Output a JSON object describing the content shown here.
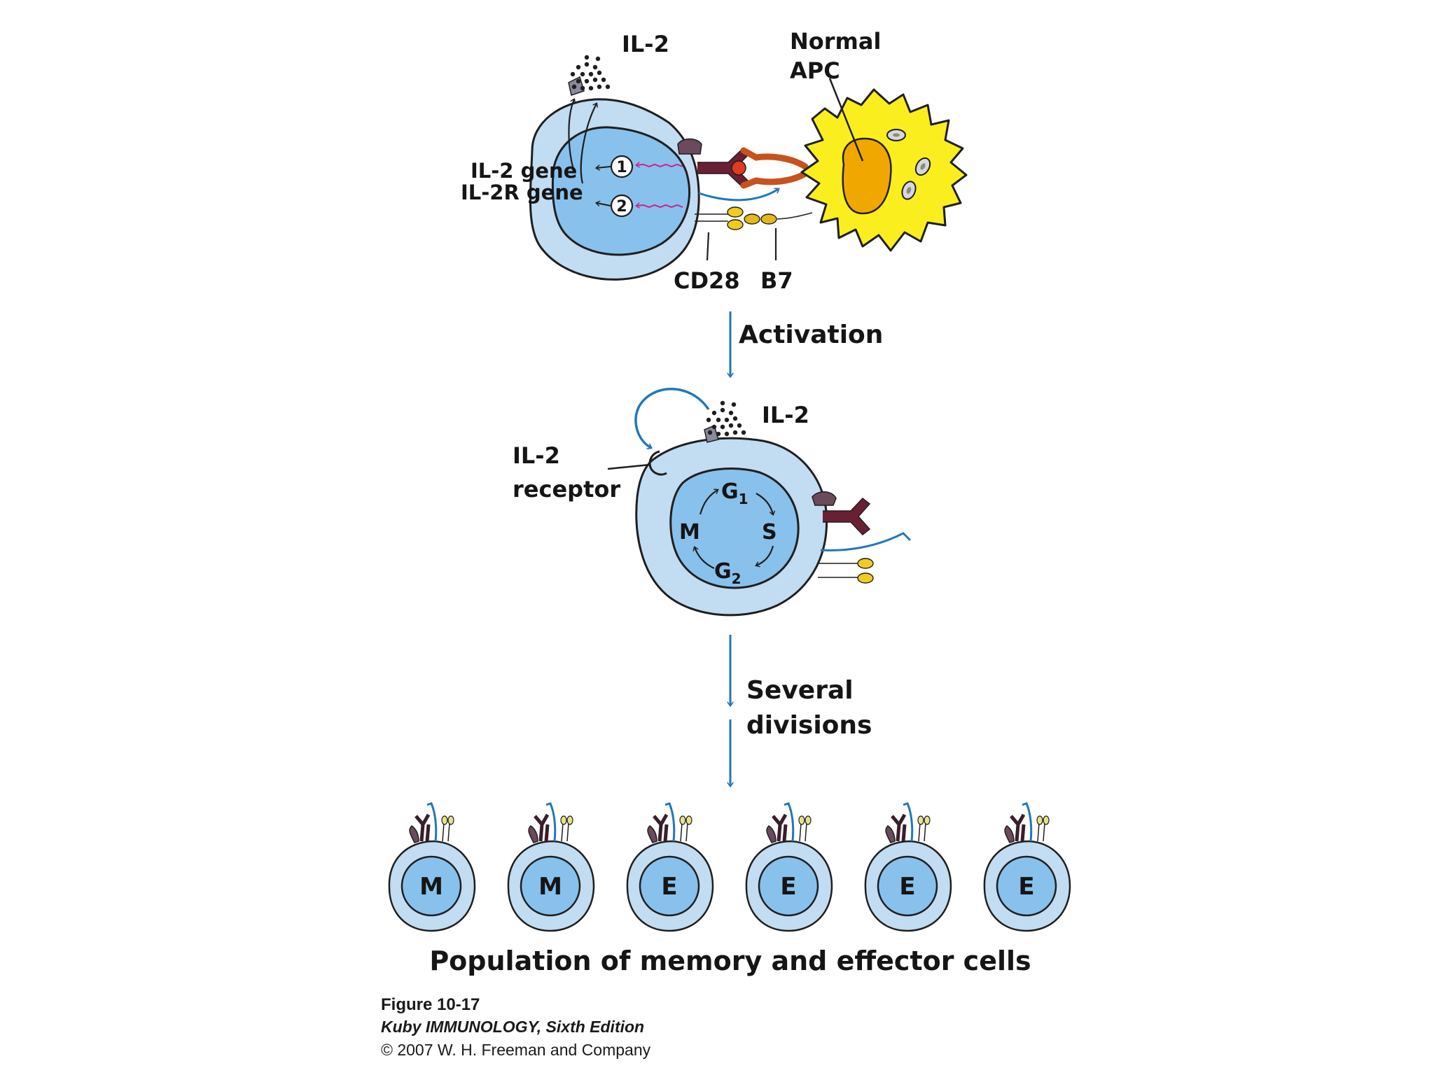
{
  "labels": {
    "il2_top": "IL-2",
    "normal_apc": [
      "Normal",
      "APC"
    ],
    "il2_gene": "IL-2 gene",
    "il2r_gene": "IL-2R gene",
    "step1": "1",
    "step2": "2",
    "cd28": "CD28",
    "b7": "B7",
    "activation": "Activation",
    "il2_mid": "IL-2",
    "il2_receptor": [
      "IL-2",
      "receptor"
    ],
    "cycle": {
      "g1": "G",
      "g1_sub": "1",
      "s": "S",
      "g2": "G",
      "g2_sub": "2",
      "m": "M"
    },
    "several_divisions": [
      "Several",
      "divisions"
    ],
    "population_title": "Population of memory and effector cells"
  },
  "daughter_cells": [
    {
      "label": "M"
    },
    {
      "label": "M"
    },
    {
      "label": "E"
    },
    {
      "label": "E"
    },
    {
      "label": "E"
    },
    {
      "label": "E"
    }
  ],
  "caption": {
    "figure": "Figure 10-17",
    "book": "Kuby IMMUNOLOGY, Sixth Edition",
    "copyright": "© 2007 W. H. Freeman and Company"
  },
  "colors": {
    "cell_outer": "#c2dcf2",
    "cell_inner": "#88c1ec",
    "outline": "#1f1f1f",
    "arrow_blue": "#2277b7",
    "apc_yellow": "#fbee1f",
    "apc_nucleus": "#f0a800",
    "tcr_dark": "#6b1f35",
    "mhc_red": "#e03b1c",
    "cd28_yellow": "#f0cc20",
    "signal_pink": "#d0208a"
  }
}
